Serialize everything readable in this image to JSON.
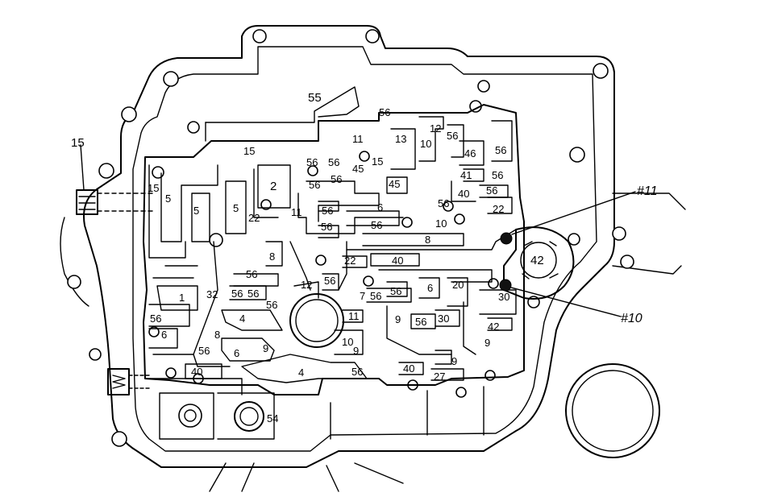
{
  "callouts": {
    "bolt": "15",
    "check_ball_11": "#11",
    "check_ball_10": "#10"
  },
  "labels": [
    "55",
    "56",
    "12",
    "56",
    "56",
    "13",
    "10",
    "46",
    "11",
    "15",
    "56",
    "56",
    "45",
    "15",
    "41",
    "56",
    "56",
    "56",
    "2",
    "45",
    "40",
    "56",
    "15",
    "5",
    "5",
    "5",
    "22",
    "11",
    "56",
    "6",
    "10",
    "22",
    "56",
    "56",
    "8",
    "8",
    "22",
    "40",
    "42",
    "56",
    "56",
    "12",
    "56",
    "6",
    "20",
    "56",
    "56",
    "7",
    "56",
    "32",
    "56",
    "11",
    "30",
    "1",
    "4",
    "9",
    "56",
    "30",
    "56",
    "42",
    "6",
    "8",
    "9",
    "10",
    "9",
    "56",
    "6",
    "9",
    "56",
    "9",
    "40",
    "4",
    "56",
    "40",
    "27",
    "54"
  ]
}
